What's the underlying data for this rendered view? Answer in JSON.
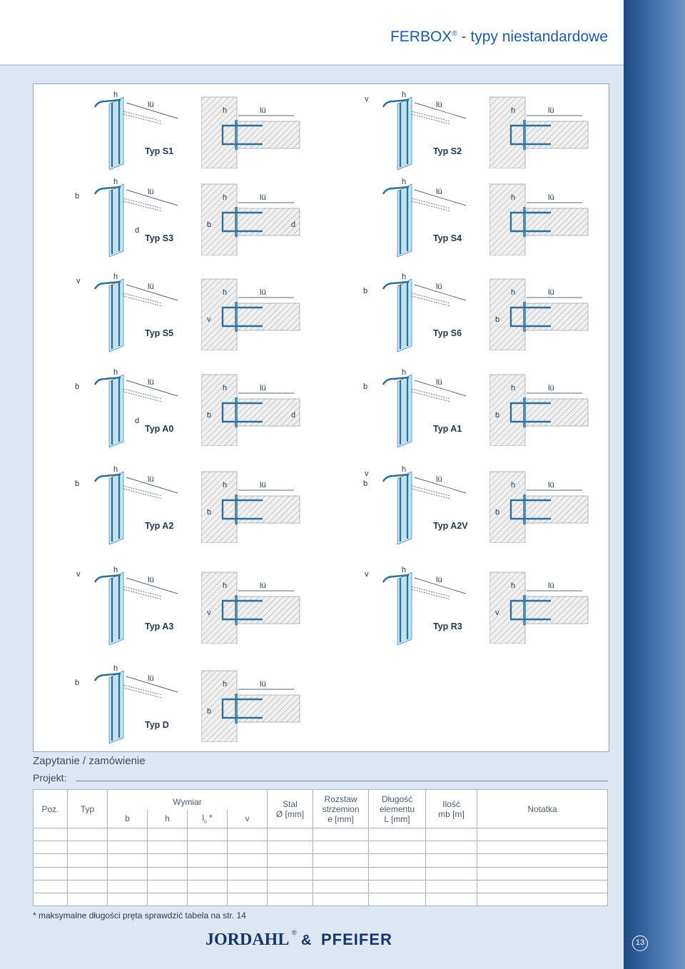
{
  "header": {
    "title": "FERBOX",
    "reg": "®",
    "subtitle": " - typy niestandardowe"
  },
  "types": [
    {
      "id": "S1",
      "label": "Typ S1"
    },
    {
      "id": "S2",
      "label": "Typ S2"
    },
    {
      "id": "S3",
      "label": "Typ S3"
    },
    {
      "id": "S4",
      "label": "Typ S4"
    },
    {
      "id": "S5",
      "label": "Typ S5"
    },
    {
      "id": "S6",
      "label": "Typ S6"
    },
    {
      "id": "A0",
      "label": "Typ A0"
    },
    {
      "id": "A1",
      "label": "Typ A1"
    },
    {
      "id": "A2",
      "label": "Typ A2"
    },
    {
      "id": "A2V",
      "label": "Typ A2V"
    },
    {
      "id": "A3",
      "label": "Typ A3"
    },
    {
      "id": "R3",
      "label": "Typ R3"
    },
    {
      "id": "D",
      "label": "Typ D"
    }
  ],
  "dims": {
    "h": "h",
    "lu": "lü",
    "b": "b",
    "d": "d",
    "v": "v"
  },
  "order": {
    "title": "Zapytanie / zamówienie",
    "project_label": "Projekt:",
    "cols": {
      "poz": "Poz.",
      "typ": "Typ",
      "wymiar": "Wymiar",
      "b": "b",
      "h": "h",
      "lu": "l",
      "lu_sub": "ü",
      "lu_star": " *",
      "v": "v",
      "stal_1": "Stal",
      "stal_2": "Ø [mm]",
      "rozstaw_1": "Rozstaw",
      "rozstaw_2": "strzemion",
      "rozstaw_3": "e [mm]",
      "dlugosc_1": "Długość",
      "dlugosc_2": "elementu",
      "dlugosc_3": "L [mm]",
      "ilosc_1": "Ilość",
      "ilosc_2": "mb [m]",
      "notatka": "Notatka"
    },
    "footnote": "* maksymalne długości pręta sprawdzić tabela na str. 14"
  },
  "brand": {
    "left": "JORDAHL",
    "reg": "®",
    "amp": "&",
    "right": "PFEIFER"
  },
  "page_number": "13",
  "colors": {
    "accent": "#1f5aa6",
    "rebar": "#2f6e96",
    "panel": "#bfe3f0",
    "sidebar": "#2b5a97"
  }
}
